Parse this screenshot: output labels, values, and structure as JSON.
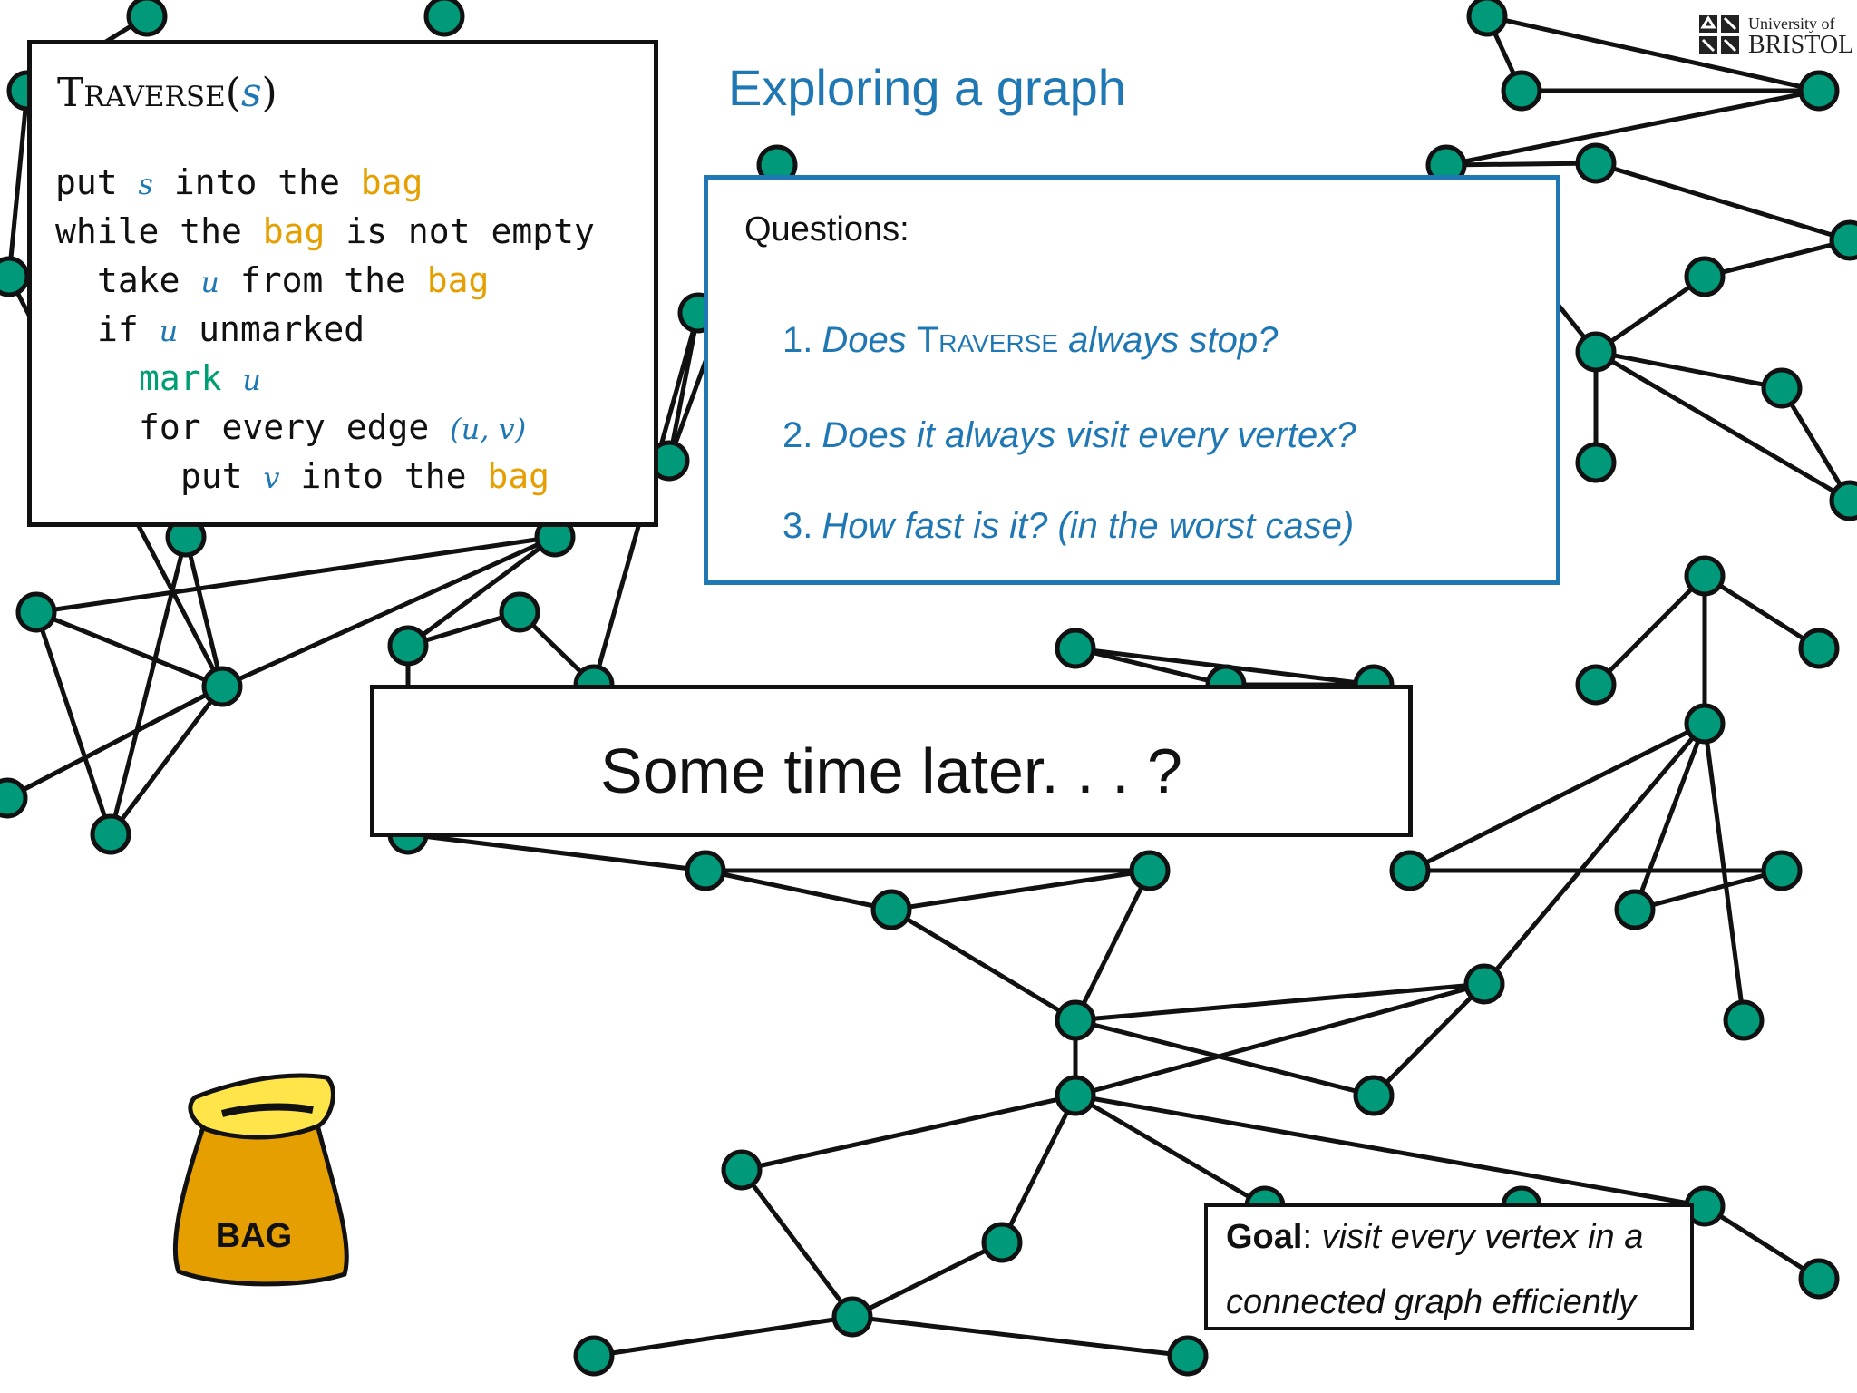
{
  "title": "Exploring a graph",
  "logo": {
    "line1": "University of",
    "line2": "BRISTOL"
  },
  "algorithm": {
    "name": "Traverse",
    "arg": "s",
    "lines": [
      {
        "indent": 0,
        "parts": [
          [
            "put ",
            "k"
          ],
          [
            "s",
            "v"
          ],
          [
            " into the ",
            "k"
          ],
          [
            "bag",
            "b"
          ]
        ]
      },
      {
        "indent": 0,
        "parts": [
          [
            "while the ",
            "k"
          ],
          [
            "bag",
            "b"
          ],
          [
            " is not empty",
            "k"
          ]
        ]
      },
      {
        "indent": 1,
        "parts": [
          [
            "take ",
            "k"
          ],
          [
            "u",
            "v"
          ],
          [
            " from the ",
            "k"
          ],
          [
            "bag",
            "b"
          ]
        ]
      },
      {
        "indent": 1,
        "parts": [
          [
            "if ",
            "k"
          ],
          [
            "u",
            "v"
          ],
          [
            " unmarked",
            "k"
          ]
        ]
      },
      {
        "indent": 2,
        "parts": [
          [
            "mark ",
            "m"
          ],
          [
            "u",
            "v"
          ]
        ]
      },
      {
        "indent": 2,
        "parts": [
          [
            "for every edge ",
            "k"
          ],
          [
            "(u, v)",
            "v"
          ]
        ]
      },
      {
        "indent": 3,
        "parts": [
          [
            "put ",
            "k"
          ],
          [
            "v",
            "v"
          ],
          [
            " into the ",
            "k"
          ],
          [
            "bag",
            "b"
          ]
        ]
      }
    ]
  },
  "questions": {
    "label": "Questions:",
    "items": [
      {
        "num": "1.",
        "pre": "Does ",
        "sc": "Traverse",
        "post": " always stop?"
      },
      {
        "num": "2.",
        "pre": "Does it always visit every vertex?",
        "sc": "",
        "post": ""
      },
      {
        "num": "3.",
        "pre": "How fast is it? (in the worst case)",
        "sc": "",
        "post": ""
      }
    ]
  },
  "later": "Some time later. . . ?",
  "goal": {
    "bold": "Goal",
    "rest1": "visit every vertex in a",
    "rest2": "connected graph efficiently"
  },
  "bag_label": "BAG",
  "colors": {
    "node_fill": "#009a7a",
    "accent_blue": "#1f78b4",
    "bag_orange": "#e69f00",
    "mark_green": "#009e73",
    "bag_yellow": "#ffe54a"
  }
}
